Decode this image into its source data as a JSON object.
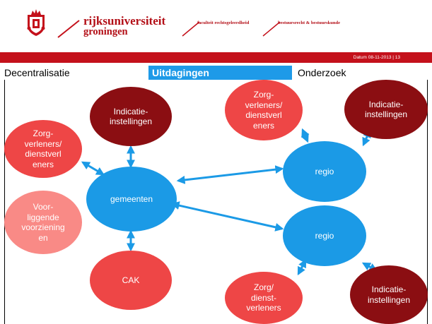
{
  "header": {
    "brand_line1": "rijksuniversiteit",
    "brand_line2": "groningen",
    "faculty1": "faculteit rechtsgeleerdheid",
    "faculty2": "bestuursrecht & bestuurskunde",
    "date": "Datum 08-11-2013 | 13"
  },
  "colors": {
    "brand_red": "#c4111b",
    "accent_blue": "#1b9ae6",
    "dark_red": "#8b0e12",
    "red": "#ee4646",
    "light_red": "#f98a86"
  },
  "tabs": [
    {
      "label": "Decentralisatie",
      "active": false
    },
    {
      "label": "Uitdagingen",
      "active": true
    },
    {
      "label": "Onderzoek",
      "active": false
    }
  ],
  "diagram": {
    "nodes": {
      "indicatie_left": "Indicatie-\ninstellingen",
      "zorg_left": "Zorg-\nverleners/\ndienstverl\neners",
      "gemeenten": "gemeenten",
      "voorliggende": "Voor-\nliggende\nvoorziening\nen",
      "cak": "CAK",
      "zorg_top_right": "Zorg-\nverleners/\ndienstverl\neners",
      "indicatie_top_right": "Indicatie-\ninstellingen",
      "regio_top": "regio",
      "regio_bottom": "regio",
      "zorg_bottom": "Zorg/\ndienst-\nverleners",
      "indicatie_bottom": "Indicatie-\ninstellingen"
    }
  }
}
